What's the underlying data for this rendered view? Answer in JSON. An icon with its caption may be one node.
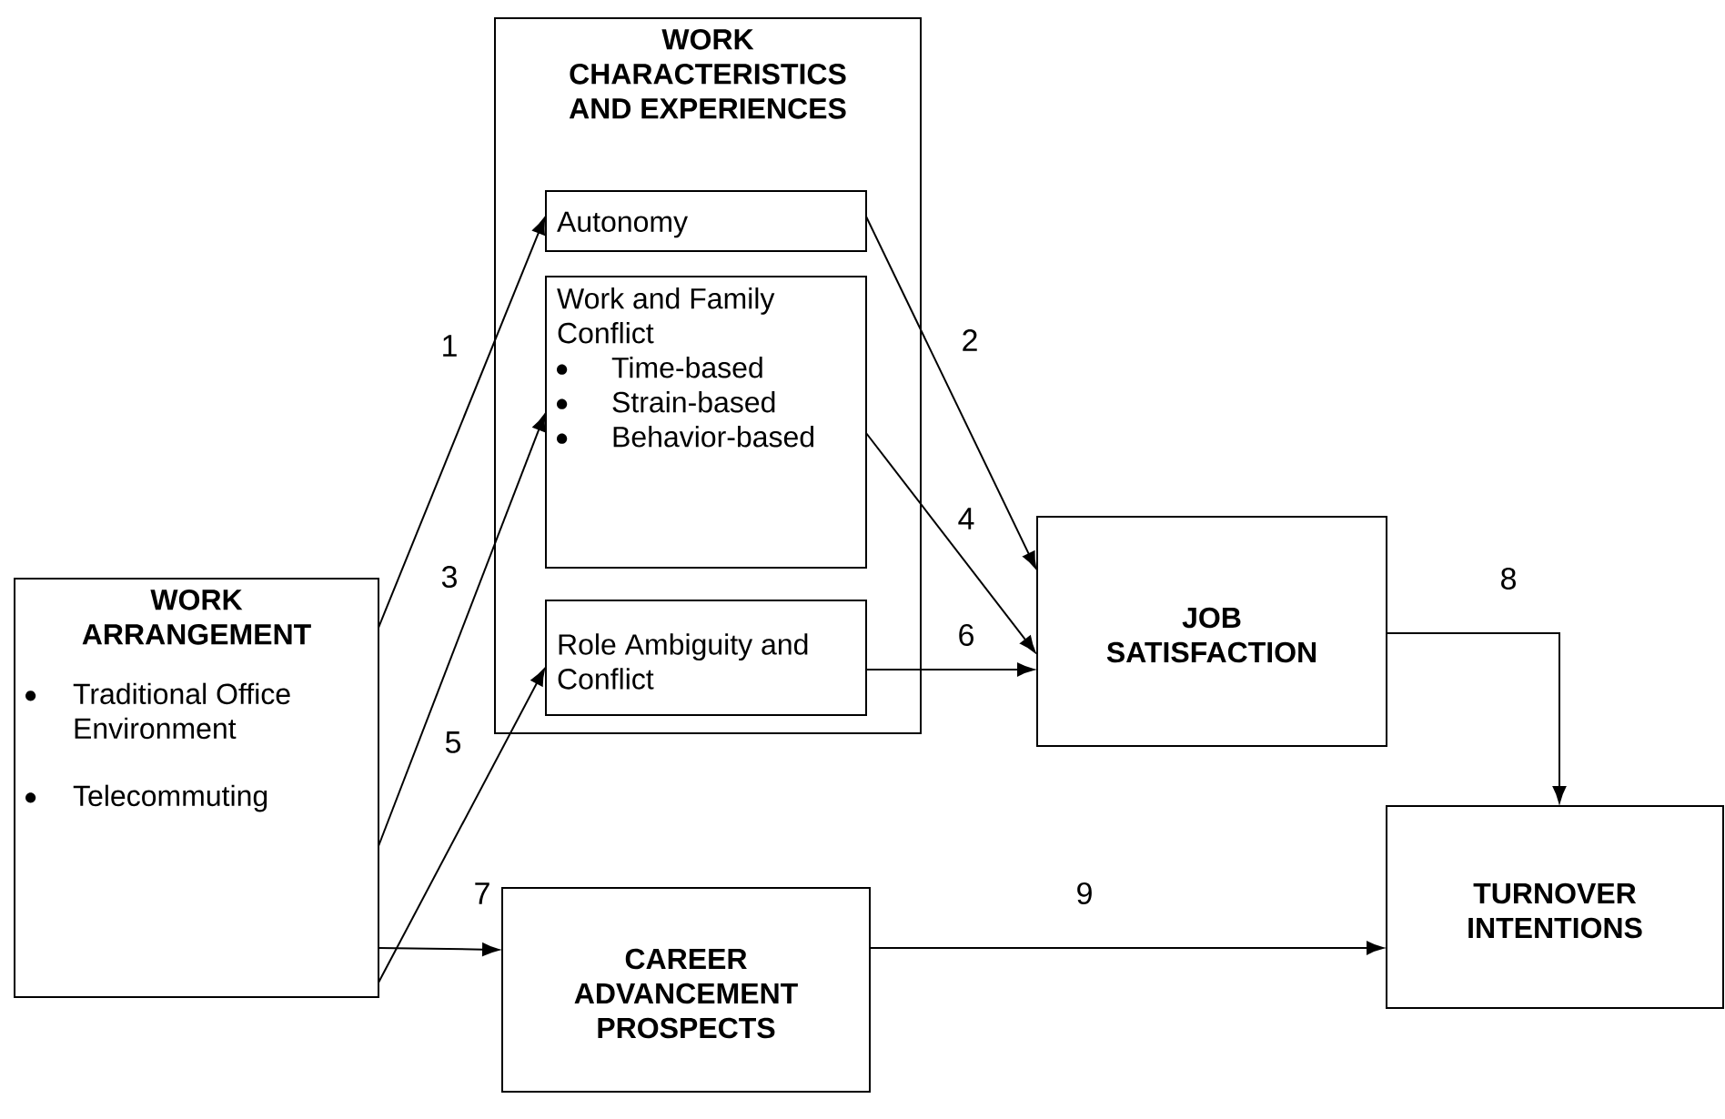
{
  "diagram": {
    "nodes": [
      {
        "text": [
          "WORK ARRANGEMENT",
          "Traditional Office Environment",
          "Telecommuting"
        ]
      },
      {
        "text": [
          "WORK CHARACTERISTICS AND EXPERIENCES"
        ]
      },
      {
        "text": [
          "Autonomy"
        ],
        "in": 1
      },
      {
        "text": [
          "Work and Family Conflict",
          "Time-based",
          "Strain-based",
          "Behavior-based"
        ],
        "in": 1
      },
      {
        "text": [
          "Role Ambiguity and Conflict"
        ],
        "in": 1
      },
      {
        "text": [
          "JOB SATISFACTION"
        ]
      },
      {
        "text": [
          "CAREER ADVANCEMENT PROSPECTS"
        ]
      },
      {
        "text": [
          "TURNOVER INTENTIONS"
        ]
      }
    ],
    "edges": [
      {
        "from": 0,
        "to": 2,
        "arrow": "to",
        "label": "1"
      },
      {
        "from": 2,
        "to": 5,
        "arrow": "to",
        "label": "2"
      },
      {
        "from": 0,
        "to": 3,
        "arrow": "to",
        "label": "3"
      },
      {
        "from": 3,
        "to": 5,
        "arrow": "to",
        "label": "4"
      },
      {
        "from": 0,
        "to": 4,
        "arrow": "to",
        "label": "5"
      },
      {
        "from": 4,
        "to": 5,
        "arrow": "to",
        "label": "6"
      },
      {
        "from": 0,
        "to": 6,
        "arrow": "to",
        "label": "7"
      },
      {
        "from": 5,
        "to": 7,
        "arrow": "to",
        "label": "8"
      },
      {
        "from": 6,
        "to": 7,
        "arrow": "to",
        "label": "9"
      }
    ]
  }
}
